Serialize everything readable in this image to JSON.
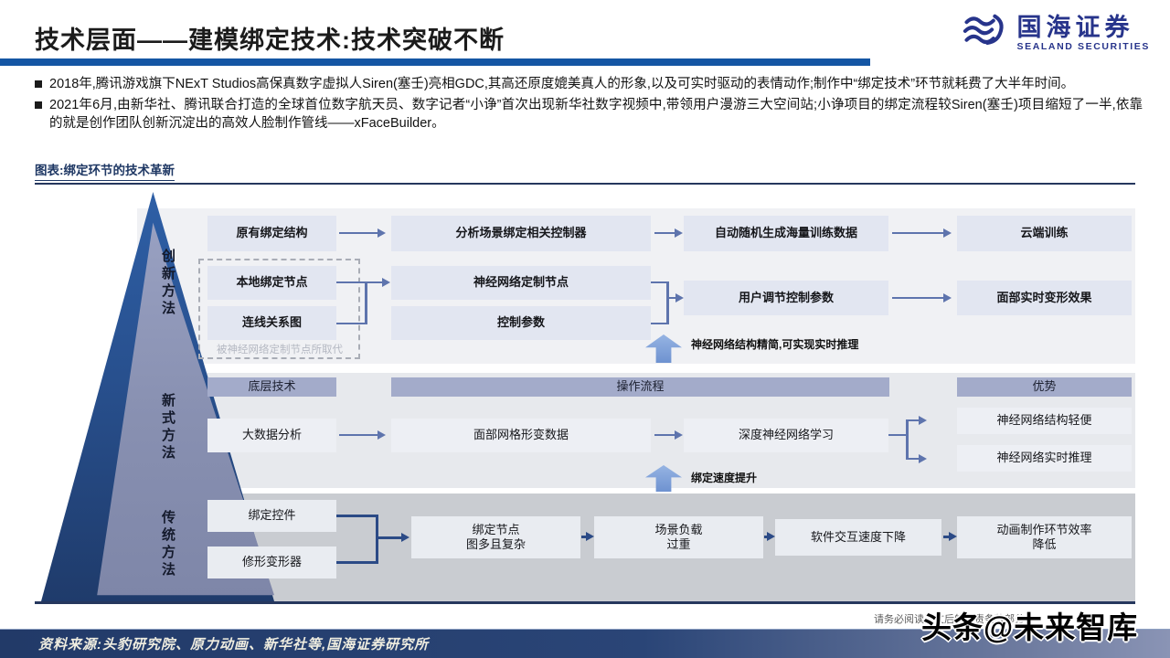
{
  "header": {
    "title": "技术层面——建模绑定技术:技术突破不断",
    "logo_cn": "国海证券",
    "logo_en": "SEALAND SECURITIES"
  },
  "bullets": [
    "2018年,腾讯游戏旗下NExT Studios高保真数字虚拟人Siren(塞壬)亮相GDC,其高还原度媲美真人的形象,以及可实时驱动的表情动作;制作中“绑定技术”环节就耗费了大半年时间。",
    "2021年6月,由新华社、腾讯联合打造的全球首位数字航天员、数字记者“小诤”首次出现新华社数字视频中,带领用户漫游三大空间站;小诤项目的绑定流程较Siren(塞壬)项目缩短了一半,依靠的就是创作团队创新沉淀出的高效人脸制作管线——xFaceBuilder。"
  ],
  "figure": {
    "caption": "图表:绑定环节的技术革新"
  },
  "pyramid": {
    "levels": [
      "创新方法",
      "新式方法",
      "传统方法"
    ]
  },
  "diagram": {
    "innovation": {
      "row1": [
        "原有绑定结构",
        "分析场景绑定相关控制器",
        "自动随机生成海量训练数据",
        "云端训练"
      ],
      "local_node": "本地绑定节点",
      "connection_graph": "连线关系图",
      "replaced_caption": "被神经网络定制节点所取代",
      "nn_node": "神经网络定制节点",
      "control_params": "控制参数",
      "user_params": "用户调节控制参数",
      "face_effect": "面部实时变形效果",
      "note": "神经网络结构精简,可实现实时推理"
    },
    "newstyle": {
      "headers": [
        "底层技术",
        "操作流程",
        "优势"
      ],
      "flow": [
        "大数据分析",
        "面部网格形变数据",
        "深度神经网络学习"
      ],
      "advantages": [
        "神经网络结构轻便",
        "神经网络实时推理"
      ],
      "note": "绑定速度提升"
    },
    "traditional": {
      "inputs": [
        "绑定控件",
        "修形变形器"
      ],
      "flow": [
        "绑定节点\n图多且复杂",
        "场景负载\n过重",
        "软件交互速度下降",
        "动画制作环节效率\n降低"
      ]
    }
  },
  "footer": {
    "source": "资料来源:头豹研究院、原力动画、新华社等,国海证券研究所",
    "disclaimer": "请务必阅读正文后的免责条款部分",
    "watermark": "头条@未来智库"
  },
  "colors": {
    "accent_navy": "#1456A4",
    "dark_navy": "#26375E",
    "arrow_slate": "#5E74AD",
    "arrow_navy": "#2B4A86",
    "logo_blue": "#27348B",
    "panel_light": "#F0F1F4",
    "panel_mid": "#E7E9ED",
    "panel_gray": "#C9CCD1",
    "header_bar": "#A3ABCA",
    "up_arrow": "#6E92D0",
    "source_text": "#EFEDE0"
  }
}
